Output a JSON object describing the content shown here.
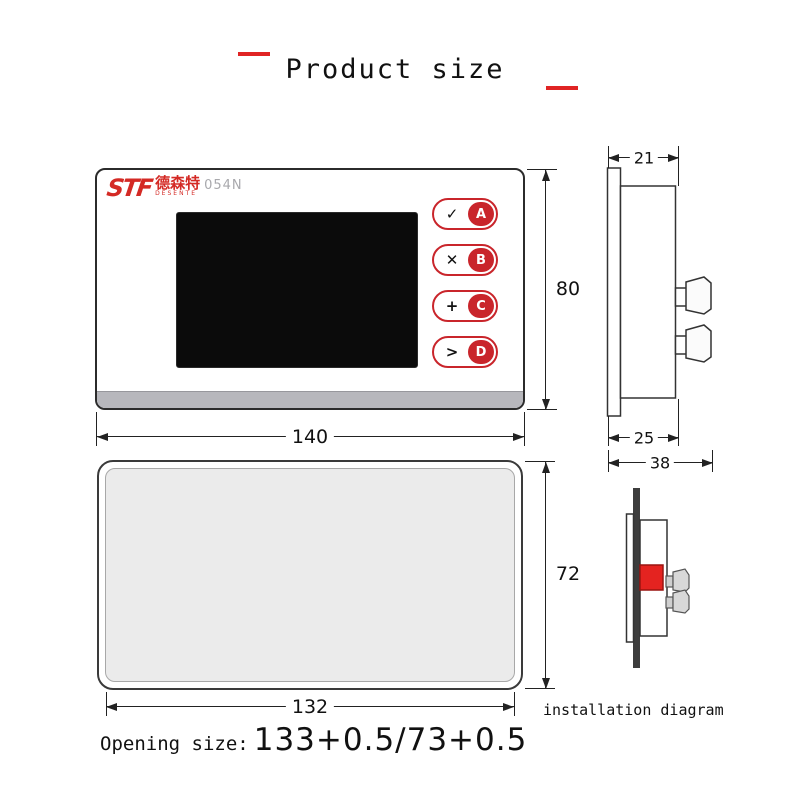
{
  "title": "Product size",
  "front": {
    "logo": {
      "stf": "STF",
      "cn": "德森特",
      "sub": "DESENTE",
      "model": "054N"
    },
    "buttons": [
      {
        "icon": "✓",
        "label": "A"
      },
      {
        "icon": "✕",
        "label": "B"
      },
      {
        "icon": "+",
        "label": "C"
      },
      {
        "icon": ">",
        "label": "D"
      }
    ],
    "dims": {
      "width": "140",
      "height": "80"
    }
  },
  "side": {
    "dims": {
      "body_depth": "21",
      "with_flange": "25",
      "total_depth": "38"
    }
  },
  "back": {
    "dims": {
      "width": "132",
      "height": "72"
    }
  },
  "installation": {
    "caption": "installation diagram"
  },
  "opening": {
    "label": "Opening size:",
    "value": "133+0.5/73+0.5"
  },
  "colors": {
    "accent_red": "#c9252b",
    "strip_gray": "#b7b7bc"
  }
}
